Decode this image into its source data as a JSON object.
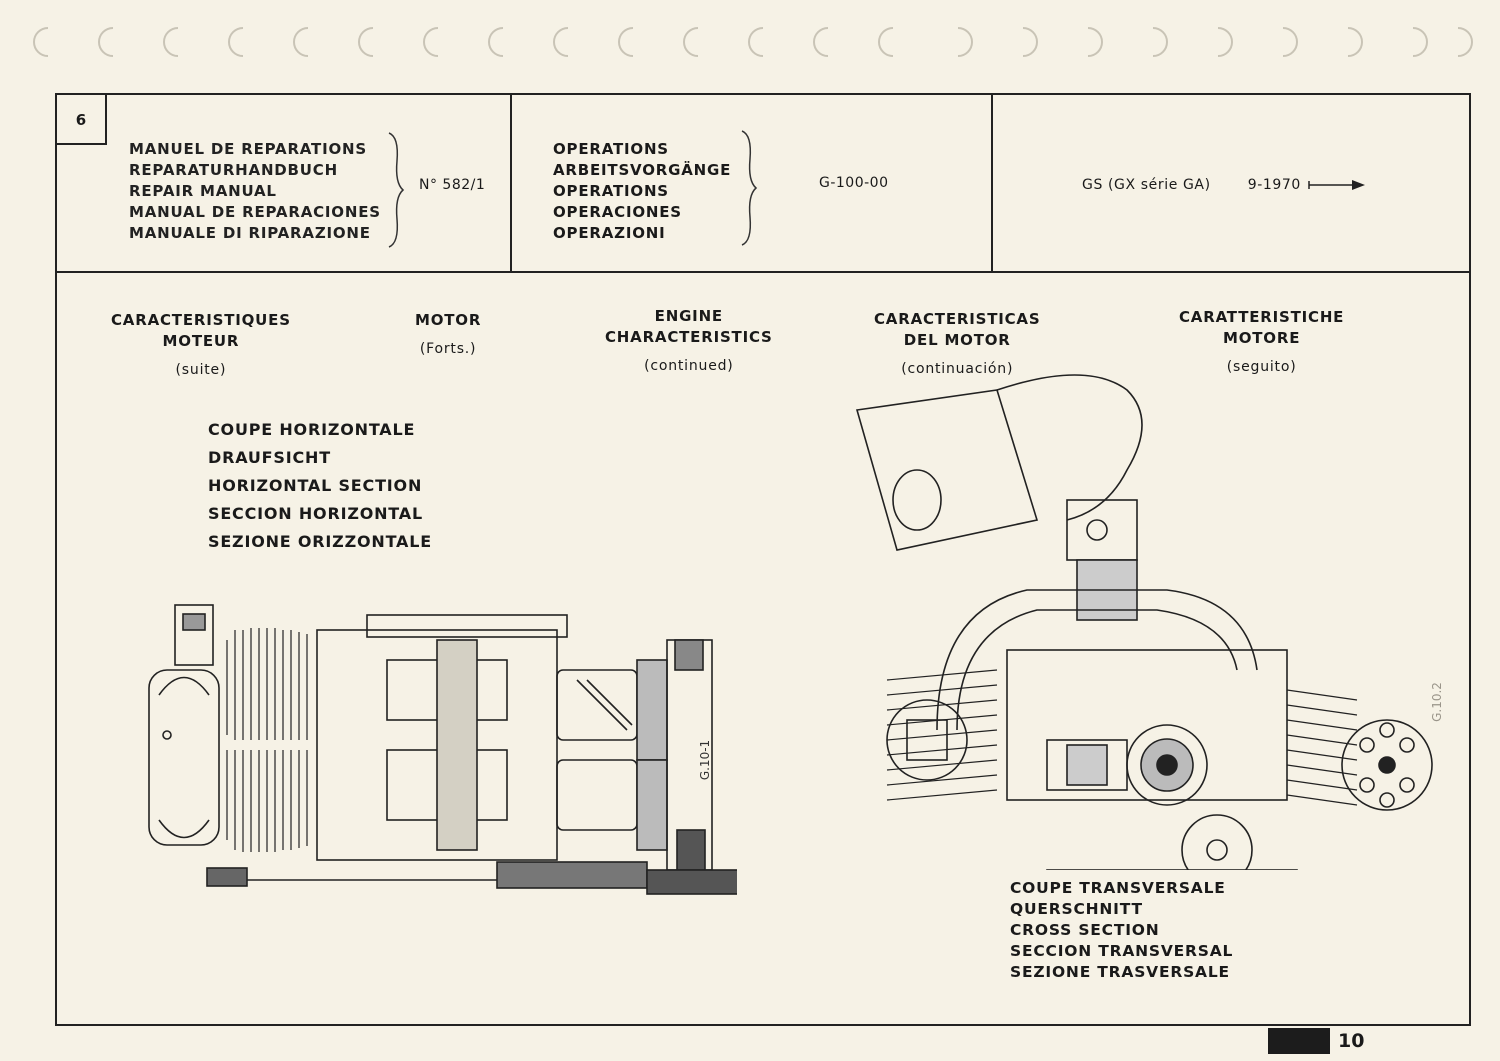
{
  "header": {
    "page_box": "6",
    "manual_titles": [
      "MANUEL DE REPARATIONS",
      "REPARATURHANDBUCH",
      "REPAIR MANUAL",
      "MANUAL DE REPARACIONES",
      "MANUALE DI RIPARAZIONE"
    ],
    "manual_number": "N° 582/1",
    "operations_titles": [
      "OPERATIONS",
      "ARBEITSVORGÄNGE",
      "OPERATIONS",
      "OPERACIONES",
      "OPERAZIONI"
    ],
    "operation_code": "G-100-00",
    "model": "GS (GX série GA)",
    "model_year": "9-1970"
  },
  "headings": [
    {
      "title": "CARACTERISTIQUES",
      "title2": "MOTEUR",
      "sub": "(suite)"
    },
    {
      "title": "MOTOR",
      "title2": "",
      "sub": "(Forts.)"
    },
    {
      "title": "ENGINE",
      "title2": "CHARACTERISTICS",
      "sub": "(continued)"
    },
    {
      "title": "CARACTERISTICAS",
      "title2": "DEL MOTOR",
      "sub": "(continuación)"
    },
    {
      "title": "CARATTERISTICHE",
      "title2": "MOTORE",
      "sub": "(seguito)"
    }
  ],
  "horizontal_section": [
    "COUPE HORIZONTALE",
    "DRAUFSICHT",
    "HORIZONTAL SECTION",
    "SECCION HORIZONTAL",
    "SEZIONE ORIZZONTALE"
  ],
  "cross_section": [
    "COUPE TRANSVERSALE",
    "QUERSCHNITT",
    "CROSS SECTION",
    "SECCION TRANSVERSAL",
    "SEZIONE TRASVERSALE"
  ],
  "figures": {
    "fig1_ref": "G.10-1",
    "fig2_ref": "G.10.2"
  },
  "footer": {
    "page_number": "10"
  }
}
